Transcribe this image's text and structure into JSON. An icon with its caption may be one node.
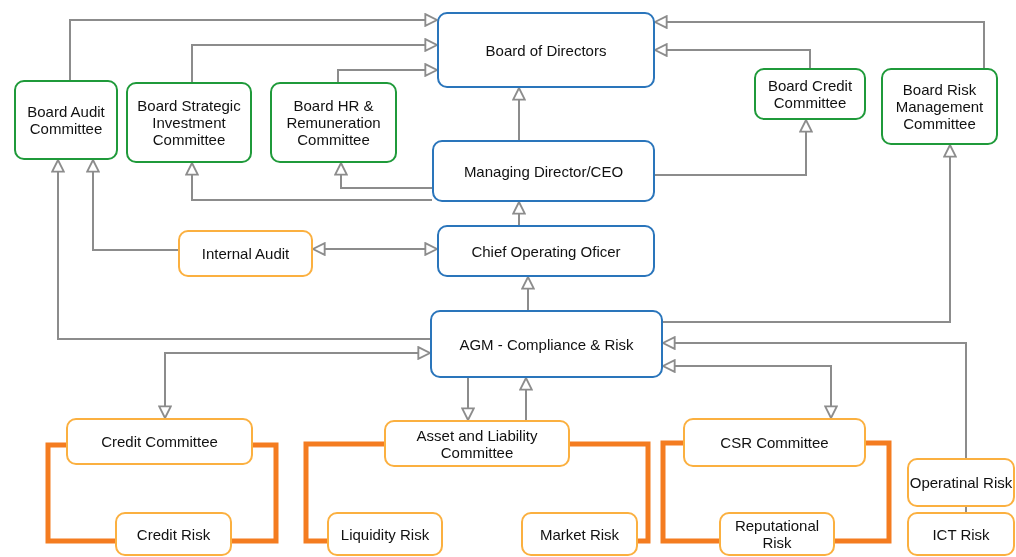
{
  "diagram": {
    "nodes": [
      {
        "text": [
          "Board of Directors"
        ]
      },
      {
        "text": [
          "Board Audit Committee"
        ]
      },
      {
        "text": [
          "Board Strategic Investment Committee"
        ]
      },
      {
        "text": [
          "Board HR & Remuneration Committee"
        ]
      },
      {
        "text": [
          "Board Credit Committee"
        ]
      },
      {
        "text": [
          "Board Risk Management Committee"
        ]
      },
      {
        "text": [
          "Managing Director/CEO"
        ]
      },
      {
        "text": [
          "Internal Audit"
        ]
      },
      {
        "text": [
          "Chief Operating Oficer"
        ]
      },
      {
        "text": [
          "AGM - Compliance & Risk"
        ]
      },
      {
        "text": [
          "Credit Committee"
        ]
      },
      {
        "text": [
          "Asset and Liability Committee"
        ]
      },
      {
        "text": [
          "CSR Committee"
        ]
      },
      {
        "text": [
          "Operatinal Risk"
        ]
      },
      {
        "text": [
          "Credit Risk"
        ]
      },
      {
        "text": [
          "Liquidity Risk"
        ]
      },
      {
        "text": [
          "Market Risk"
        ]
      },
      {
        "text": [
          "Reputational Risk"
        ]
      },
      {
        "text": [
          "ICT Risk"
        ]
      }
    ],
    "edges": [
      {
        "from": 1,
        "to": 0,
        "arrow": "to"
      },
      {
        "from": 2,
        "to": 0,
        "arrow": "to"
      },
      {
        "from": 3,
        "to": 0,
        "arrow": "to"
      },
      {
        "from": 4,
        "to": 0,
        "arrow": "to"
      },
      {
        "from": 5,
        "to": 0,
        "arrow": "to"
      },
      {
        "from": 6,
        "to": 0,
        "arrow": "to"
      },
      {
        "from": 6,
        "to": 4,
        "arrow": "to"
      },
      {
        "from": 6,
        "to": 2,
        "arrow": "to"
      },
      {
        "from": 6,
        "to": 3,
        "arrow": "to"
      },
      {
        "from": 8,
        "to": 6,
        "arrow": "to"
      },
      {
        "from": 7,
        "to": 1,
        "arrow": "to"
      },
      {
        "from": 7,
        "to": 8,
        "arrow": "both"
      },
      {
        "from": 9,
        "to": 8,
        "arrow": "to"
      },
      {
        "from": 9,
        "to": 1,
        "arrow": "to"
      },
      {
        "from": 9,
        "to": 5,
        "arrow": "to"
      },
      {
        "from": 10,
        "to": 9,
        "arrow": "both"
      },
      {
        "from": 11,
        "to": 9,
        "arrow": "to"
      },
      {
        "from": 9,
        "to": 11,
        "arrow": "to"
      },
      {
        "from": 12,
        "to": 9,
        "arrow": "both"
      },
      {
        "from": 13,
        "to": 9,
        "arrow": "to"
      },
      {
        "from": 13,
        "to": 18,
        "arrow": "none"
      },
      {
        "from": 10,
        "to": 14,
        "arrow": "none",
        "style": "thick",
        "color": "#f47c20"
      },
      {
        "from": 10,
        "to": 14,
        "arrow": "none",
        "style": "thick",
        "color": "#f47c20"
      },
      {
        "from": 11,
        "to": 15,
        "arrow": "none",
        "style": "thick",
        "color": "#f47c20"
      },
      {
        "from": 11,
        "to": 16,
        "arrow": "none",
        "style": "thick",
        "color": "#f47c20"
      },
      {
        "from": 12,
        "to": 17,
        "arrow": "none",
        "style": "thick",
        "color": "#f47c20"
      },
      {
        "from": 12,
        "to": 17,
        "arrow": "none",
        "style": "thick",
        "color": "#f47c20"
      }
    ]
  }
}
